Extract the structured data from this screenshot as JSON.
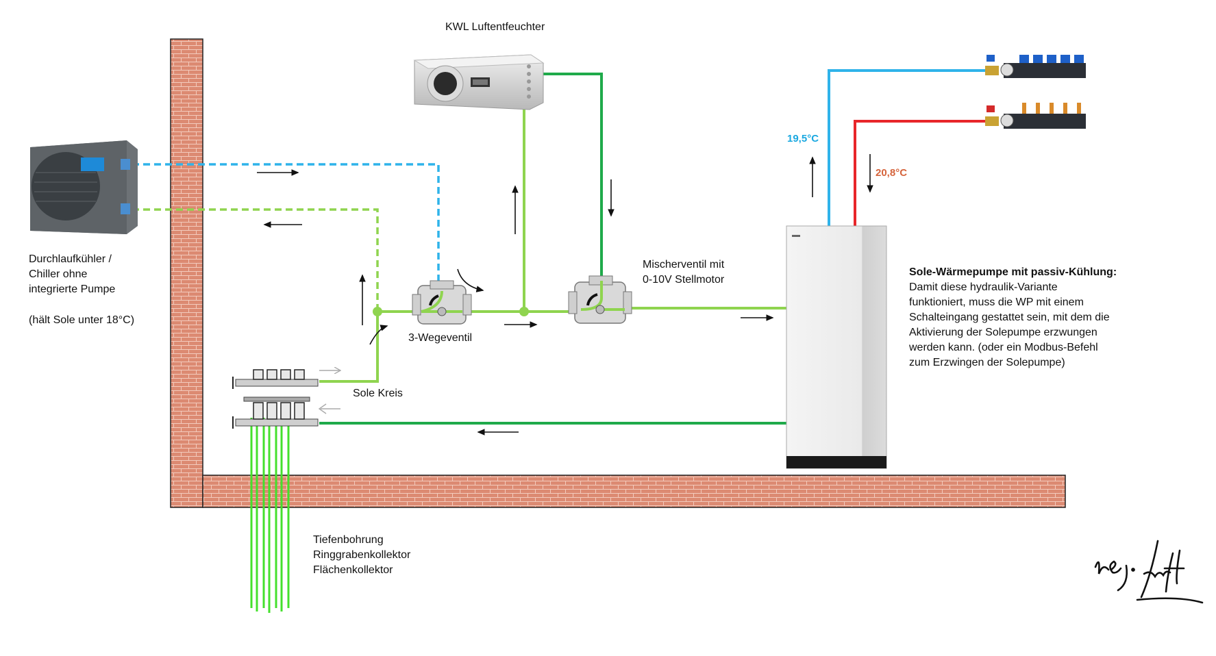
{
  "labels": {
    "kwl": "KWL Luftentfeuchter",
    "chiller_line1": "Durchlaufkühler /",
    "chiller_line2": "Chiller ohne",
    "chiller_line3": "integrierte Pumpe",
    "chiller_note": "(hält Sole unter 18°C)",
    "three_way_valve": "3-Wegeventil",
    "mixer_line1": "Mischerventil mit",
    "mixer_line2": "0-10V Stellmotor",
    "sole_kreis": "Sole Kreis",
    "ground_line1": "Tiefenbohrung",
    "ground_line2": "Ringgrabenkollektor",
    "ground_line3": "Flächenkollektor",
    "temp_supply": "19,5°C",
    "temp_return": "20,8°C",
    "logo": "hej.Luft"
  },
  "heatpump_text": {
    "title": "Sole-Wärmepumpe mit passiv-Kühlung:",
    "lines": [
      "Damit diese hydraulik-Variante",
      "funktioniert, muss die WP mit einem",
      "Schalteingang gestattet sein, mit dem die",
      "Aktivierung der Solepumpe erzwungen",
      "werden kann. (oder ein Modbus-Befehl",
      "zum Erzwingen der Solepumpe)"
    ]
  },
  "colors": {
    "cold_blue": "#2fb3ea",
    "hot_red": "#e8262a",
    "pipe_green": "#8fd44f",
    "pipe_dark_green": "#1faa4a",
    "ground_green": "#44e02c",
    "brick": "#d9836a"
  }
}
